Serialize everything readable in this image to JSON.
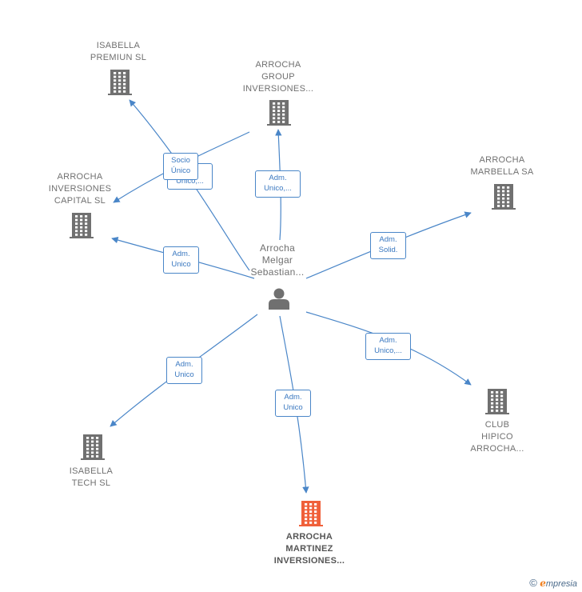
{
  "colors": {
    "edge": "#4a86c8",
    "building": "#707070",
    "highlight": "#f0603a"
  },
  "center": {
    "lines": [
      "Arrocha",
      "Melgar",
      "Sebastian..."
    ],
    "icon": "person-icon"
  },
  "companies": [
    {
      "id": "isabella-premiun",
      "lines": [
        "ISABELLA",
        "PREMIUN  SL"
      ],
      "icon": "building-icon"
    },
    {
      "id": "arrocha-group",
      "lines": [
        "ARROCHA",
        "GROUP",
        "INVERSIONES..."
      ],
      "icon": "building-icon"
    },
    {
      "id": "arrocha-inversiones-capital",
      "lines": [
        "ARROCHA",
        "INVERSIONES",
        "CAPITAL  SL"
      ],
      "icon": "building-icon"
    },
    {
      "id": "arrocha-marbella",
      "lines": [
        "ARROCHA",
        "MARBELLA SA"
      ],
      "icon": "building-icon"
    },
    {
      "id": "club-hipico",
      "lines": [
        "CLUB",
        "HIPICO",
        "ARROCHA..."
      ],
      "icon": "building-icon"
    },
    {
      "id": "isabella-tech",
      "lines": [
        "ISABELLA",
        "TECH  SL"
      ],
      "icon": "building-icon"
    },
    {
      "id": "arrocha-martinez",
      "lines": [
        "ARROCHA",
        "MARTINEZ",
        "INVERSIONES..."
      ],
      "icon": "building-icon",
      "highlight": true
    }
  ],
  "edge_labels": [
    {
      "id": "el-capital-2",
      "lines": [
        "Adm.",
        "Unico,..."
      ]
    },
    {
      "id": "el-socio",
      "lines": [
        "Socio",
        "Único"
      ]
    },
    {
      "id": "el-group",
      "lines": [
        "Adm.",
        "Unico,..."
      ]
    },
    {
      "id": "el-marbella",
      "lines": [
        "Adm.",
        "Solid."
      ]
    },
    {
      "id": "el-capital",
      "lines": [
        "Adm.",
        "Unico"
      ]
    },
    {
      "id": "el-club",
      "lines": [
        "Adm.",
        "Unico,..."
      ]
    },
    {
      "id": "el-tech",
      "lines": [
        "Adm.",
        "Unico"
      ]
    },
    {
      "id": "el-martinez",
      "lines": [
        "Adm.",
        "Unico"
      ]
    }
  ],
  "footer": {
    "copyright_symbol": "©",
    "brand_initial": "e",
    "brand_rest": "mpresia"
  }
}
